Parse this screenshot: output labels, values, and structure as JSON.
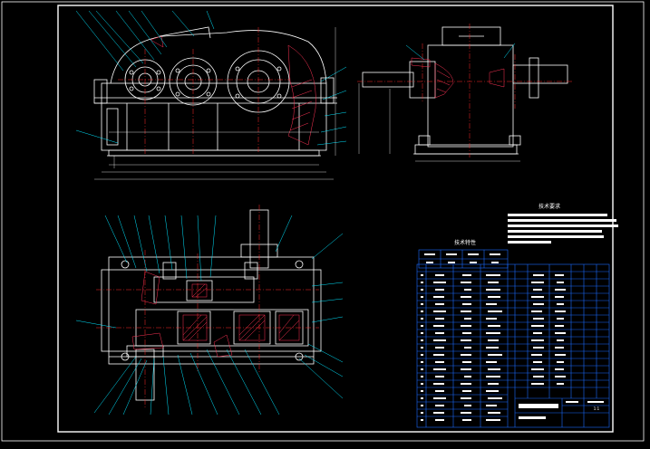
{
  "drawing": {
    "title_block": {
      "name": "",
      "scale": "1:1"
    },
    "technical_requirements_heading": "技术要求",
    "technical_characteristics_heading": "技术特性",
    "colors": {
      "background": "#000000",
      "outline": "#ffffff",
      "leader": "#00e5ff",
      "centerline": "#ff2b2b",
      "hatch": "#ff3355",
      "table": "#1a6bff"
    }
  }
}
